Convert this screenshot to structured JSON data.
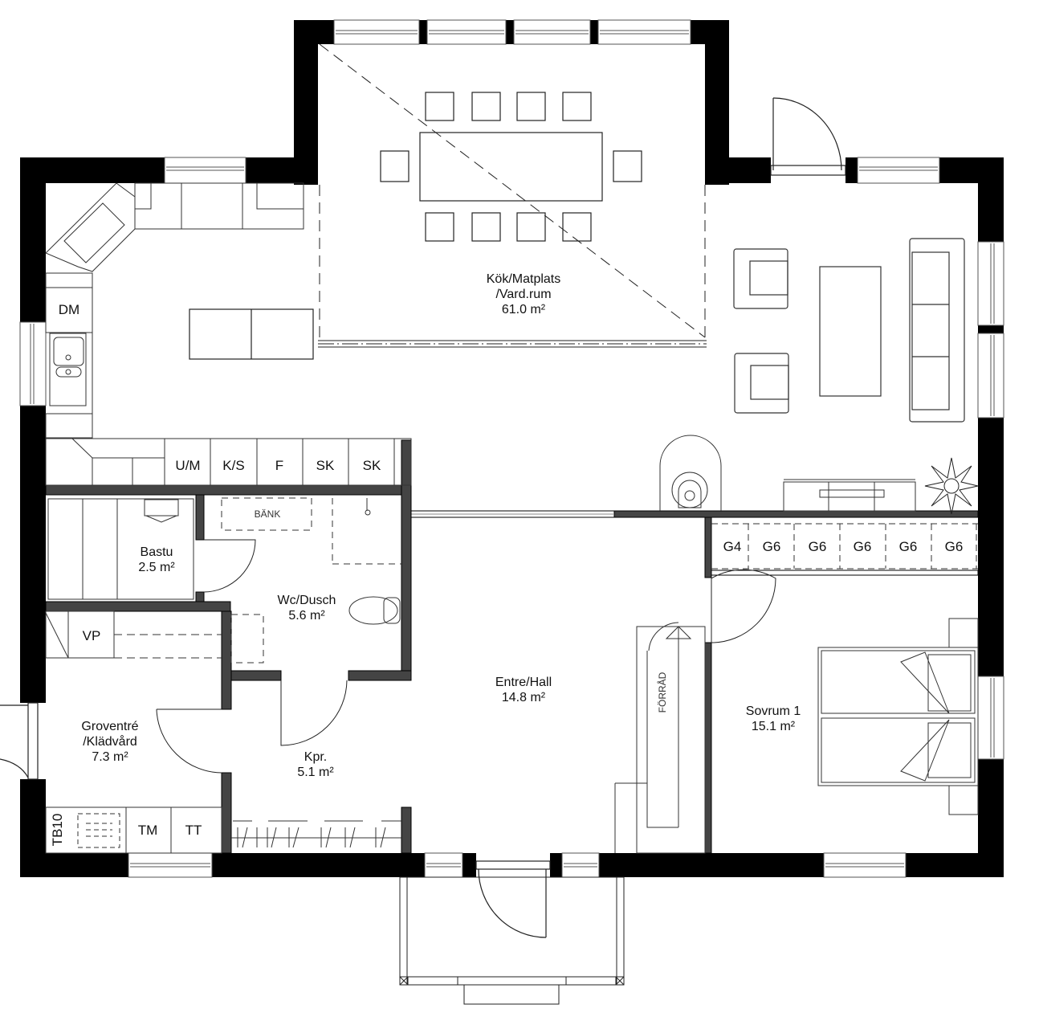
{
  "rooms": {
    "kitchen_living": {
      "name_line1": "Kök/Matplats",
      "name_line2": "/Vard.rum",
      "area": "61.0 m²"
    },
    "bastu": {
      "name": "Bastu",
      "area": "2.5 m²"
    },
    "wc_dusch": {
      "name": "Wc/Dusch",
      "area": "5.6 m²"
    },
    "groventre": {
      "name_line1": "Groventré",
      "name_line2": "/Klädvård",
      "area": "7.3 m²"
    },
    "kpr": {
      "name": "Kpr.",
      "area": "5.1 m²"
    },
    "entre_hall": {
      "name": "Entre/Hall",
      "area": "14.8 m²"
    },
    "sovrum1": {
      "name": "Sovrum 1",
      "area": "15.1 m²"
    },
    "forrad": {
      "name": "FÖRRÅD"
    }
  },
  "fixtures": {
    "kitchen_units": [
      "U/M",
      "K/S",
      "F",
      "SK",
      "SK"
    ],
    "dishwasher": "DM",
    "heat_pump": "VP",
    "laundry": [
      "TB10",
      "TM",
      "TT"
    ],
    "bench": "BÄNK",
    "wardrobes": [
      "G4",
      "G6",
      "G6",
      "G6",
      "G6",
      "G6"
    ]
  },
  "colors": {
    "wall": "#000000",
    "line": "#222222",
    "background": "#ffffff"
  }
}
